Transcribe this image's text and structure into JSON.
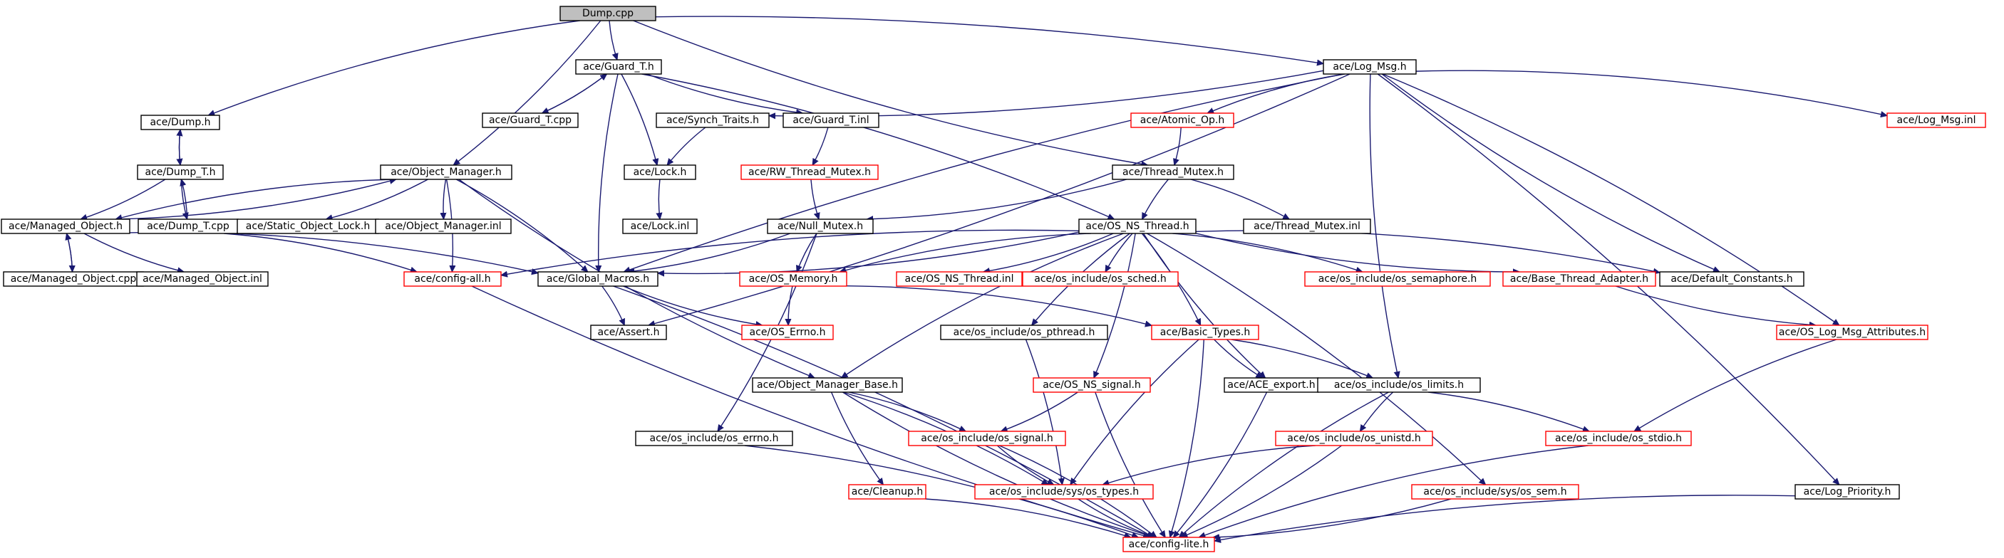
{
  "graph": {
    "colors": {
      "edge": "#191970",
      "node_border": "#000000",
      "node_border_incomplete": "#ff0000",
      "root_fill": "#bfbfbf",
      "node_fill": "#ffffff"
    },
    "nodes": [
      {
        "id": "dump_cpp",
        "label": "Dump.cpp",
        "style": "root"
      },
      {
        "id": "guard_t_h",
        "label": "ace/Guard_T.h",
        "style": "normal"
      },
      {
        "id": "log_msg_h",
        "label": "ace/Log_Msg.h",
        "style": "normal"
      },
      {
        "id": "guard_t_cpp",
        "label": "ace/Guard_T.cpp",
        "style": "normal"
      },
      {
        "id": "dump_h",
        "label": "ace/Dump.h",
        "style": "normal"
      },
      {
        "id": "synch_traits_h",
        "label": "ace/Synch_Traits.h",
        "style": "normal"
      },
      {
        "id": "guard_t_inl",
        "label": "ace/Guard_T.inl",
        "style": "normal"
      },
      {
        "id": "atomic_op_h",
        "label": "ace/Atomic_Op.h",
        "style": "incomplete"
      },
      {
        "id": "log_msg_inl",
        "label": "ace/Log_Msg.inl",
        "style": "incomplete"
      },
      {
        "id": "dump_t_h",
        "label": "ace/Dump_T.h",
        "style": "normal"
      },
      {
        "id": "lock_h",
        "label": "ace/Lock.h",
        "style": "normal"
      },
      {
        "id": "rw_thread_mutex_h",
        "label": "ace/RW_Thread_Mutex.h",
        "style": "incomplete"
      },
      {
        "id": "thread_mutex_h",
        "label": "ace/Thread_Mutex.h",
        "style": "normal"
      },
      {
        "id": "object_manager_h",
        "label": "ace/Object_Manager.h",
        "style": "normal"
      },
      {
        "id": "lock_inl",
        "label": "ace/Lock.inl",
        "style": "normal"
      },
      {
        "id": "managed_object_h",
        "label": "ace/Managed_Object.h",
        "style": "normal"
      },
      {
        "id": "dump_t_cpp",
        "label": "ace/Dump_T.cpp",
        "style": "normal"
      },
      {
        "id": "static_object_lock_h",
        "label": "ace/Static_Object_Lock.h",
        "style": "normal"
      },
      {
        "id": "object_manager_inl",
        "label": "ace/Object_Manager.inl",
        "style": "normal"
      },
      {
        "id": "null_mutex_h",
        "label": "ace/Null_Mutex.h",
        "style": "normal"
      },
      {
        "id": "os_ns_thread_h",
        "label": "ace/OS_NS_Thread.h",
        "style": "normal"
      },
      {
        "id": "thread_mutex_inl",
        "label": "ace/Thread_Mutex.inl",
        "style": "normal"
      },
      {
        "id": "managed_object_cpp",
        "label": "ace/Managed_Object.cpp",
        "style": "normal"
      },
      {
        "id": "managed_object_inl",
        "label": "ace/Managed_Object.inl",
        "style": "normal"
      },
      {
        "id": "config_all_h",
        "label": "ace/config-all.h",
        "style": "incomplete"
      },
      {
        "id": "global_macros_h",
        "label": "ace/Global_Macros.h",
        "style": "normal"
      },
      {
        "id": "os_memory_h",
        "label": "ace/OS_Memory.h",
        "style": "incomplete"
      },
      {
        "id": "os_ns_thread_inl",
        "label": "ace/OS_NS_Thread.inl",
        "style": "incomplete"
      },
      {
        "id": "os_sched_h",
        "label": "ace/os_include/os_sched.h",
        "style": "incomplete"
      },
      {
        "id": "os_semaphore_h",
        "label": "ace/os_include/os_semaphore.h",
        "style": "incomplete"
      },
      {
        "id": "base_thread_adapter_h",
        "label": "ace/Base_Thread_Adapter.h",
        "style": "incomplete"
      },
      {
        "id": "default_constants_h",
        "label": "ace/Default_Constants.h",
        "style": "normal"
      },
      {
        "id": "assert_h",
        "label": "ace/Assert.h",
        "style": "normal"
      },
      {
        "id": "os_errno_h_cap",
        "label": "ace/OS_Errno.h",
        "style": "incomplete"
      },
      {
        "id": "os_pthread_h",
        "label": "ace/os_include/os_pthread.h",
        "style": "normal"
      },
      {
        "id": "basic_types_h",
        "label": "ace/Basic_Types.h",
        "style": "incomplete"
      },
      {
        "id": "os_log_msg_attributes_h",
        "label": "ace/OS_Log_Msg_Attributes.h",
        "style": "incomplete"
      },
      {
        "id": "object_manager_base_h",
        "label": "ace/Object_Manager_Base.h",
        "style": "normal"
      },
      {
        "id": "os_ns_signal_h",
        "label": "ace/OS_NS_signal.h",
        "style": "incomplete"
      },
      {
        "id": "ace_export_h",
        "label": "ace/ACE_export.h",
        "style": "normal"
      },
      {
        "id": "os_limits_h",
        "label": "ace/os_include/os_limits.h",
        "style": "normal"
      },
      {
        "id": "os_errno_h",
        "label": "ace/os_include/os_errno.h",
        "style": "normal"
      },
      {
        "id": "os_signal_h",
        "label": "ace/os_include/os_signal.h",
        "style": "incomplete"
      },
      {
        "id": "os_unistd_h",
        "label": "ace/os_include/os_unistd.h",
        "style": "incomplete"
      },
      {
        "id": "os_stdio_h",
        "label": "ace/os_include/os_stdio.h",
        "style": "incomplete"
      },
      {
        "id": "cleanup_h",
        "label": "ace/Cleanup.h",
        "style": "incomplete"
      },
      {
        "id": "os_types_h",
        "label": "ace/os_include/sys/os_types.h",
        "style": "incomplete"
      },
      {
        "id": "os_sem_h",
        "label": "ace/os_include/sys/os_sem.h",
        "style": "incomplete"
      },
      {
        "id": "log_priority_h",
        "label": "ace/Log_Priority.h",
        "style": "normal"
      },
      {
        "id": "config_lite_h",
        "label": "ace/config-lite.h",
        "style": "incomplete"
      }
    ],
    "edges": [
      [
        "dump_cpp",
        "guard_t_h"
      ],
      [
        "dump_cpp",
        "log_msg_h"
      ],
      [
        "dump_cpp",
        "dump_h"
      ],
      [
        "dump_cpp",
        "object_manager_h"
      ],
      [
        "dump_cpp",
        "thread_mutex_h"
      ],
      [
        "guard_t_h",
        "guard_t_cpp"
      ],
      [
        "guard_t_h",
        "guard_t_inl"
      ],
      [
        "guard_t_h",
        "lock_h"
      ],
      [
        "guard_t_h",
        "global_macros_h"
      ],
      [
        "guard_t_h",
        "os_ns_thread_h"
      ],
      [
        "guard_t_cpp",
        "guard_t_h"
      ],
      [
        "log_msg_h",
        "synch_traits_h"
      ],
      [
        "log_msg_h",
        "atomic_op_h"
      ],
      [
        "log_msg_h",
        "log_msg_inl"
      ],
      [
        "log_msg_h",
        "global_macros_h"
      ],
      [
        "log_msg_h",
        "assert_h"
      ],
      [
        "log_msg_h",
        "default_constants_h"
      ],
      [
        "log_msg_h",
        "os_log_msg_attributes_h"
      ],
      [
        "log_msg_h",
        "os_limits_h"
      ],
      [
        "log_msg_h",
        "log_priority_h"
      ],
      [
        "dump_h",
        "dump_t_h"
      ],
      [
        "dump_t_h",
        "dump_h"
      ],
      [
        "dump_t_h",
        "dump_t_cpp"
      ],
      [
        "dump_t_h",
        "managed_object_h"
      ],
      [
        "dump_t_cpp",
        "dump_t_h"
      ],
      [
        "dump_t_cpp",
        "config_all_h"
      ],
      [
        "synch_traits_h",
        "lock_h"
      ],
      [
        "guard_t_inl",
        "rw_thread_mutex_h"
      ],
      [
        "lock_h",
        "lock_inl"
      ],
      [
        "atomic_op_h",
        "thread_mutex_h"
      ],
      [
        "rw_thread_mutex_h",
        "null_mutex_h"
      ],
      [
        "thread_mutex_h",
        "null_mutex_h"
      ],
      [
        "thread_mutex_h",
        "os_ns_thread_h"
      ],
      [
        "thread_mutex_h",
        "thread_mutex_inl"
      ],
      [
        "object_manager_h",
        "managed_object_h"
      ],
      [
        "object_manager_h",
        "static_object_lock_h"
      ],
      [
        "object_manager_h",
        "object_manager_inl"
      ],
      [
        "object_manager_h",
        "global_macros_h"
      ],
      [
        "object_manager_h",
        "object_manager_base_h"
      ],
      [
        "object_manager_h",
        "config_all_h"
      ],
      [
        "managed_object_h",
        "object_manager_h"
      ],
      [
        "managed_object_h",
        "managed_object_cpp"
      ],
      [
        "managed_object_h",
        "managed_object_inl"
      ],
      [
        "managed_object_h",
        "global_macros_h"
      ],
      [
        "managed_object_cpp",
        "managed_object_h"
      ],
      [
        "null_mutex_h",
        "global_macros_h"
      ],
      [
        "null_mutex_h",
        "os_memory_h"
      ],
      [
        "null_mutex_h",
        "os_errno_h"
      ],
      [
        "os_ns_thread_h",
        "config_all_h"
      ],
      [
        "os_ns_thread_h",
        "global_macros_h"
      ],
      [
        "os_ns_thread_h",
        "os_memory_h"
      ],
      [
        "os_ns_thread_h",
        "os_ns_thread_inl"
      ],
      [
        "os_ns_thread_h",
        "os_sched_h"
      ],
      [
        "os_ns_thread_h",
        "os_semaphore_h"
      ],
      [
        "os_ns_thread_h",
        "base_thread_adapter_h"
      ],
      [
        "os_ns_thread_h",
        "default_constants_h"
      ],
      [
        "os_ns_thread_h",
        "os_pthread_h"
      ],
      [
        "os_ns_thread_h",
        "basic_types_h"
      ],
      [
        "os_ns_thread_h",
        "object_manager_base_h"
      ],
      [
        "os_ns_thread_h",
        "os_ns_signal_h"
      ],
      [
        "os_ns_thread_h",
        "ace_export_h"
      ],
      [
        "os_ns_thread_h",
        "os_sem_h"
      ],
      [
        "config_all_h",
        "config_lite_h"
      ],
      [
        "global_macros_h",
        "assert_h"
      ],
      [
        "global_macros_h",
        "os_errno_h_cap"
      ],
      [
        "global_macros_h",
        "config_lite_h"
      ],
      [
        "os_memory_h",
        "os_errno_h_cap"
      ],
      [
        "os_memory_h",
        "basic_types_h"
      ],
      [
        "base_thread_adapter_h",
        "os_log_msg_attributes_h"
      ],
      [
        "os_pthread_h",
        "os_types_h"
      ],
      [
        "basic_types_h",
        "ace_export_h"
      ],
      [
        "basic_types_h",
        "os_limits_h"
      ],
      [
        "basic_types_h",
        "os_types_h"
      ],
      [
        "basic_types_h",
        "config_lite_h"
      ],
      [
        "os_log_msg_attributes_h",
        "os_stdio_h"
      ],
      [
        "object_manager_base_h",
        "os_signal_h"
      ],
      [
        "object_manager_base_h",
        "cleanup_h"
      ],
      [
        "object_manager_base_h",
        "os_types_h"
      ],
      [
        "object_manager_base_h",
        "config_lite_h"
      ],
      [
        "os_ns_signal_h",
        "os_signal_h"
      ],
      [
        "os_ns_signal_h",
        "config_lite_h"
      ],
      [
        "ace_export_h",
        "config_lite_h"
      ],
      [
        "os_limits_h",
        "os_unistd_h"
      ],
      [
        "os_limits_h",
        "os_stdio_h"
      ],
      [
        "os_limits_h",
        "config_lite_h"
      ],
      [
        "os_errno_h",
        "config_lite_h"
      ],
      [
        "os_signal_h",
        "os_types_h"
      ],
      [
        "os_signal_h",
        "config_lite_h"
      ],
      [
        "os_unistd_h",
        "os_types_h"
      ],
      [
        "os_unistd_h",
        "config_lite_h"
      ],
      [
        "os_stdio_h",
        "config_lite_h"
      ],
      [
        "cleanup_h",
        "config_lite_h"
      ],
      [
        "os_types_h",
        "config_lite_h"
      ],
      [
        "os_sem_h",
        "config_lite_h"
      ],
      [
        "log_priority_h",
        "config_lite_h"
      ]
    ]
  }
}
